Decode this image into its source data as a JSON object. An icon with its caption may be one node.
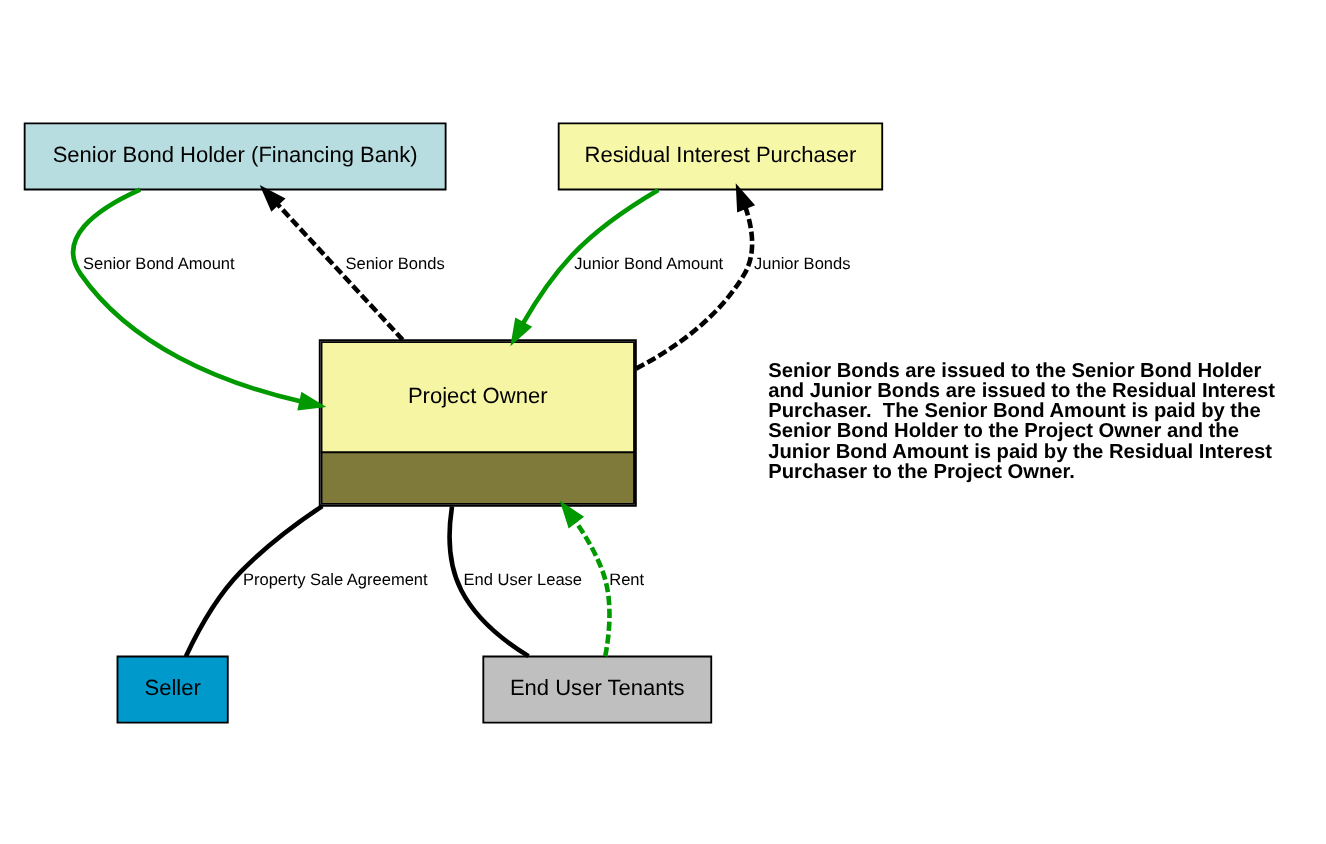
{
  "diagram": {
    "nodes": [
      {
        "text": [
          "Senior Bond Holder (Financing Bank)"
        ]
      },
      {
        "text": [
          "Residual Interest Purchaser"
        ]
      },
      {
        "text": [
          "Project Owner"
        ]
      },
      {
        "text": [
          "End User Tenants"
        ]
      },
      {
        "text": [
          "Seller"
        ]
      }
    ],
    "edges": [
      {
        "from": 0,
        "to": 2,
        "arrow": "to",
        "label": "Senior Bond Amount",
        "color": "#009900"
      },
      {
        "from": 2,
        "to": 0,
        "arrow": "to",
        "label": "Senior Bonds",
        "style": "dashed"
      },
      {
        "from": 1,
        "to": 2,
        "arrow": "to",
        "label": "Junior Bond Amount",
        "color": "#009900"
      },
      {
        "from": 2,
        "to": 1,
        "arrow": "to",
        "label": "Junior Bonds",
        "style": "dashed"
      },
      {
        "from": 3,
        "to": 2,
        "arrow": "none",
        "label": "End User Lease"
      },
      {
        "from": 3,
        "to": 2,
        "arrow": "to",
        "label": "Rent",
        "style": "dashed",
        "color": "#009900"
      },
      {
        "from": 2,
        "to": 4,
        "arrow": "none",
        "label": "Property Sale Agreement"
      }
    ],
    "labels": [
      "Senior Bonds are issued to the Senior Bond Holder and Junior Bonds are issued to the Residual Interest Purchaser.  The Senior Bond Amount is paid by the Senior Bond Holder to the Project Owner and the Junior Bond Amount is paid by the Residual Interest Purchaser to the Project Owner."
    ]
  }
}
